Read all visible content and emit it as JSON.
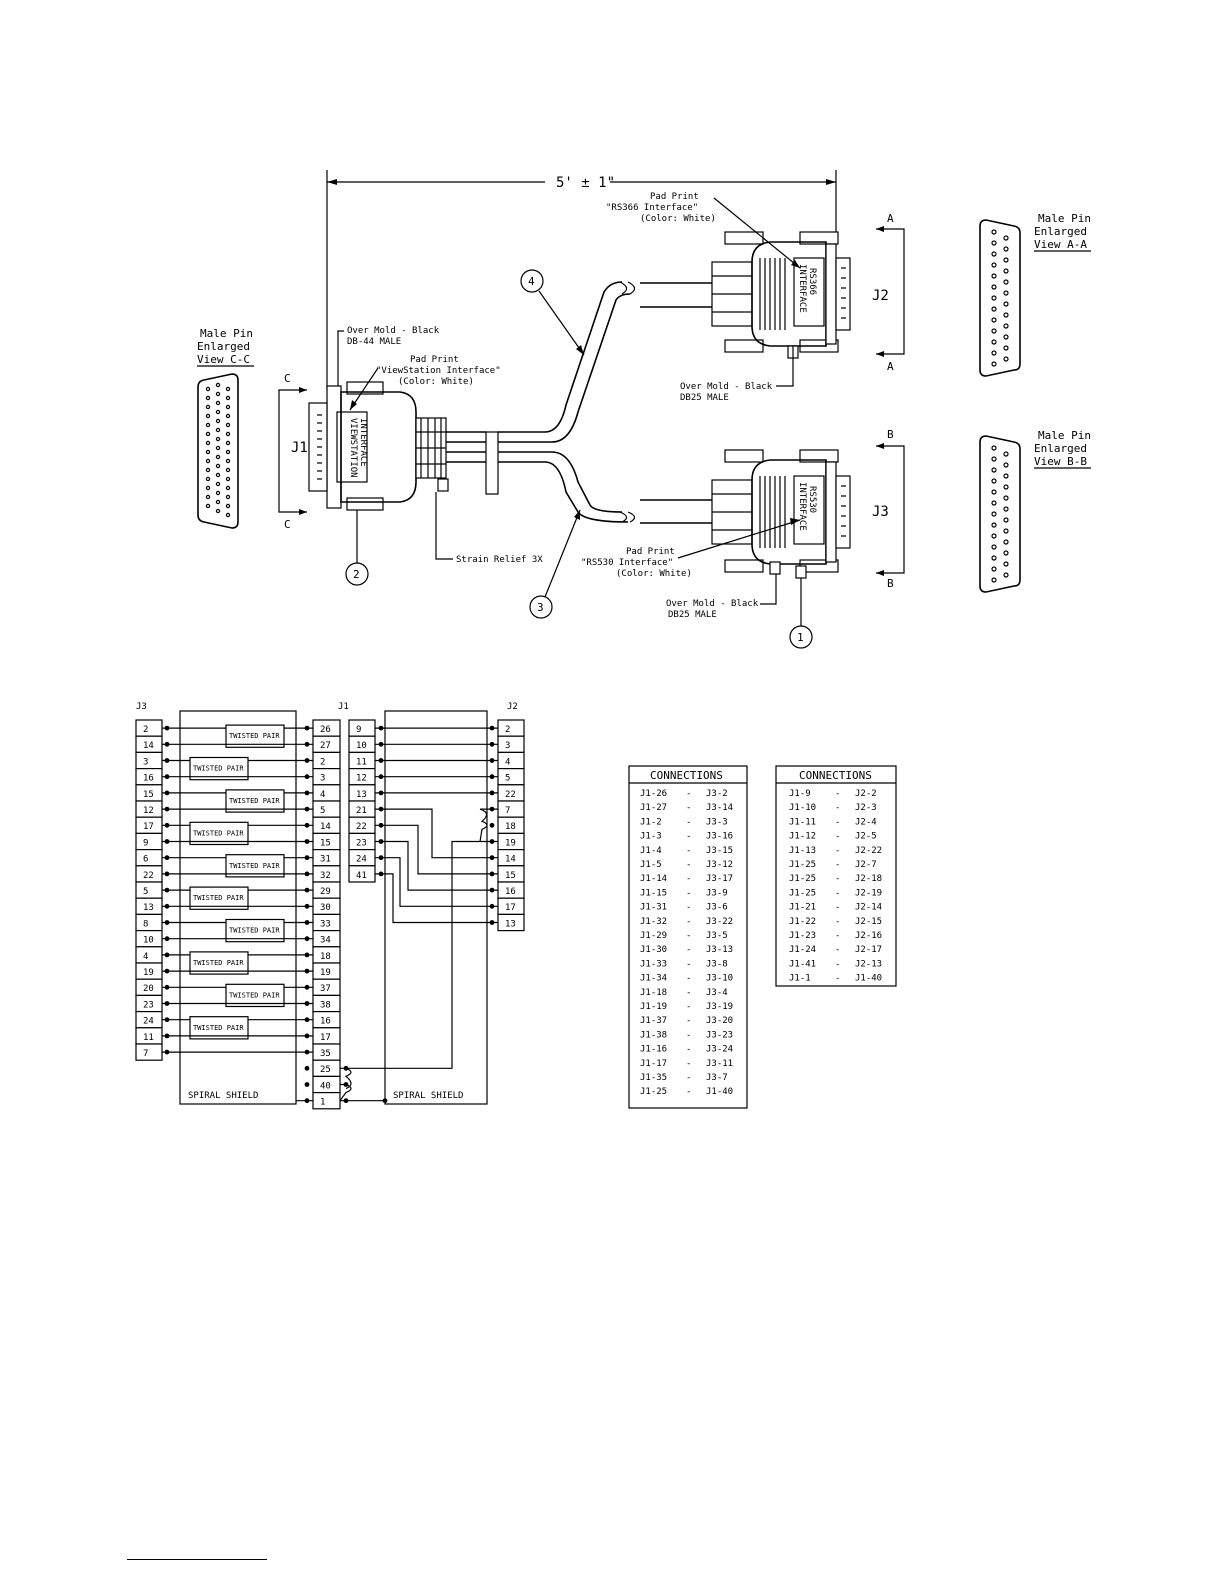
{
  "drawing": {
    "length_dim": "5' ± 1\"",
    "connectors": {
      "j1": "J1",
      "j2": "J2",
      "j3": "J3",
      "j1_face_text": [
        "VIEWSTATION",
        "INTERFACE"
      ],
      "j2_face_text": [
        "RS366",
        "INTERFACE"
      ],
      "j3_face_text": [
        "RS530",
        "INTERFACE"
      ]
    },
    "section_marks": {
      "a": "A",
      "b": "B",
      "c": "C"
    },
    "views": {
      "cc": [
        "Male Pin",
        "Enlarged",
        "View C-C"
      ],
      "aa": [
        "Male Pin",
        "Enlarged",
        "View A-A"
      ],
      "bb": [
        "Male Pin",
        "Enlarged",
        "View B-B"
      ]
    },
    "callouts": {
      "j1_overmold": [
        "Over Mold - Black",
        "DB-44 MALE"
      ],
      "j1_padprint": [
        "Pad Print",
        "\"ViewStation Interface\"",
        "(Color: White)"
      ],
      "j2_padprint": [
        "Pad Print",
        "\"RS366 Interface\"",
        "(Color: White)"
      ],
      "j2_overmold": [
        "Over Mold - Black",
        "DB25 MALE"
      ],
      "j3_padprint": [
        "Pad Print",
        "\"RS530 Interface\"",
        "(Color: White)"
      ],
      "j3_overmold": [
        "Over Mold - Black",
        "DB25 MALE"
      ],
      "strain_relief": "Strain Relief 3X"
    },
    "balloons": {
      "b1": "1",
      "b2": "2",
      "b3": "3",
      "b4": "4"
    }
  },
  "schematic": {
    "label_j3": "J3",
    "label_j1": "J1",
    "label_j2": "J2",
    "j3_pins": [
      "2",
      "14",
      "3",
      "16",
      "15",
      "12",
      "17",
      "9",
      "6",
      "22",
      "5",
      "13",
      "8",
      "10",
      "4",
      "19",
      "20",
      "23",
      "24",
      "11",
      "7"
    ],
    "j1_left_pins": [
      "26",
      "27",
      "2",
      "3",
      "4",
      "5",
      "14",
      "15",
      "31",
      "32",
      "29",
      "30",
      "33",
      "34",
      "18",
      "19",
      "37",
      "38",
      "16",
      "17",
      "35",
      "25",
      "40",
      "1"
    ],
    "j1_right_pins": [
      "9",
      "10",
      "11",
      "12",
      "13",
      "21",
      "22",
      "23",
      "24",
      "41"
    ],
    "j2_pins": [
      "2",
      "3",
      "4",
      "5",
      "22",
      "7",
      "18",
      "19",
      "14",
      "15",
      "16",
      "17",
      "13"
    ],
    "twisted_pair_label": "TWISTED PAIR",
    "spiral_shield_label": "SPIRAL SHIELD"
  },
  "tables": {
    "j3_title": "CONNECTIONS",
    "j3_rows": [
      [
        "J1-26",
        "-",
        "J3-2"
      ],
      [
        "J1-27",
        "-",
        "J3-14"
      ],
      [
        "J1-2",
        "-",
        "J3-3"
      ],
      [
        "J1-3",
        "-",
        "J3-16"
      ],
      [
        "J1-4",
        "-",
        "J3-15"
      ],
      [
        "J1-5",
        "-",
        "J3-12"
      ],
      [
        "J1-14",
        "-",
        "J3-17"
      ],
      [
        "J1-15",
        "-",
        "J3-9"
      ],
      [
        "J1-31",
        "-",
        "J3-6"
      ],
      [
        "J1-32",
        "-",
        "J3-22"
      ],
      [
        "J1-29",
        "-",
        "J3-5"
      ],
      [
        "J1-30",
        "-",
        "J3-13"
      ],
      [
        "J1-33",
        "-",
        "J3-8"
      ],
      [
        "J1-34",
        "-",
        "J3-10"
      ],
      [
        "J1-18",
        "-",
        "J3-4"
      ],
      [
        "J1-19",
        "-",
        "J3-19"
      ],
      [
        "J1-37",
        "-",
        "J3-20"
      ],
      [
        "J1-38",
        "-",
        "J3-23"
      ],
      [
        "J1-16",
        "-",
        "J3-24"
      ],
      [
        "J1-17",
        "-",
        "J3-11"
      ],
      [
        "J1-35",
        "-",
        "J3-7"
      ],
      [
        "J1-25",
        "-",
        "J1-40"
      ]
    ],
    "j2_title": "CONNECTIONS",
    "j2_rows": [
      [
        "J1-9",
        "-",
        "J2-2"
      ],
      [
        "J1-10",
        "-",
        "J2-3"
      ],
      [
        "J1-11",
        "-",
        "J2-4"
      ],
      [
        "J1-12",
        "-",
        "J2-5"
      ],
      [
        "J1-13",
        "-",
        "J2-22"
      ],
      [
        "J1-25",
        "-",
        "J2-7"
      ],
      [
        "J1-25",
        "-",
        "J2-18"
      ],
      [
        "J1-25",
        "-",
        "J2-19"
      ],
      [
        "J1-21",
        "-",
        "J2-14"
      ],
      [
        "J1-22",
        "-",
        "J2-15"
      ],
      [
        "J1-23",
        "-",
        "J2-16"
      ],
      [
        "J1-24",
        "-",
        "J2-17"
      ],
      [
        "J1-41",
        "-",
        "J2-13"
      ],
      [
        "J1-1",
        "-",
        "J1-40"
      ]
    ]
  }
}
